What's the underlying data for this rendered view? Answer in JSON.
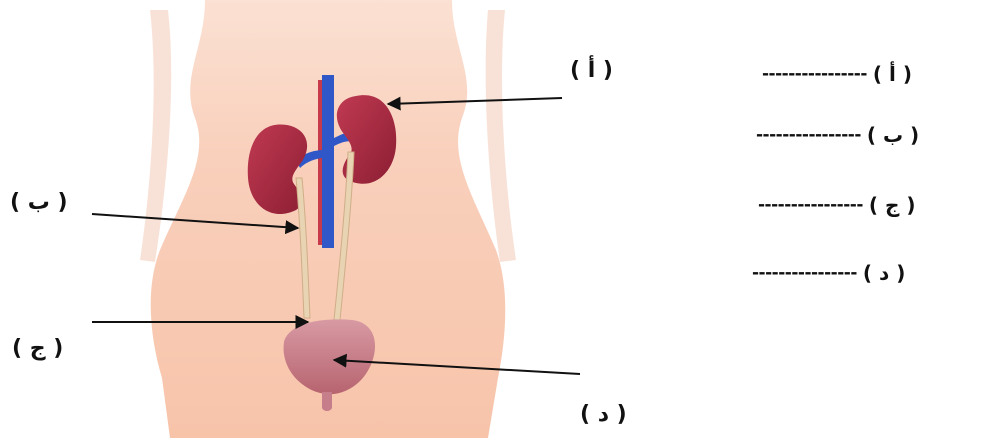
{
  "diagram": {
    "callouts": {
      "a": "( أ )",
      "b": "( ب )",
      "j": "( ج )",
      "d": "( د )"
    }
  },
  "answers": [
    {
      "label": "( أ )",
      "line": "----------------"
    },
    {
      "label": "( ب )",
      "line": "----------------"
    },
    {
      "label": "( ج )",
      "line": "----------------"
    },
    {
      "label": "( د )",
      "line": "----------------"
    }
  ],
  "colors": {
    "skin": "#f8c8ad",
    "kidney": "#a8263d",
    "vein": "#2f57c8",
    "artery": "#c73a4c",
    "ureter": "#e8d3b2",
    "bladder": "#c67f8a",
    "arrow": "#111111"
  }
}
